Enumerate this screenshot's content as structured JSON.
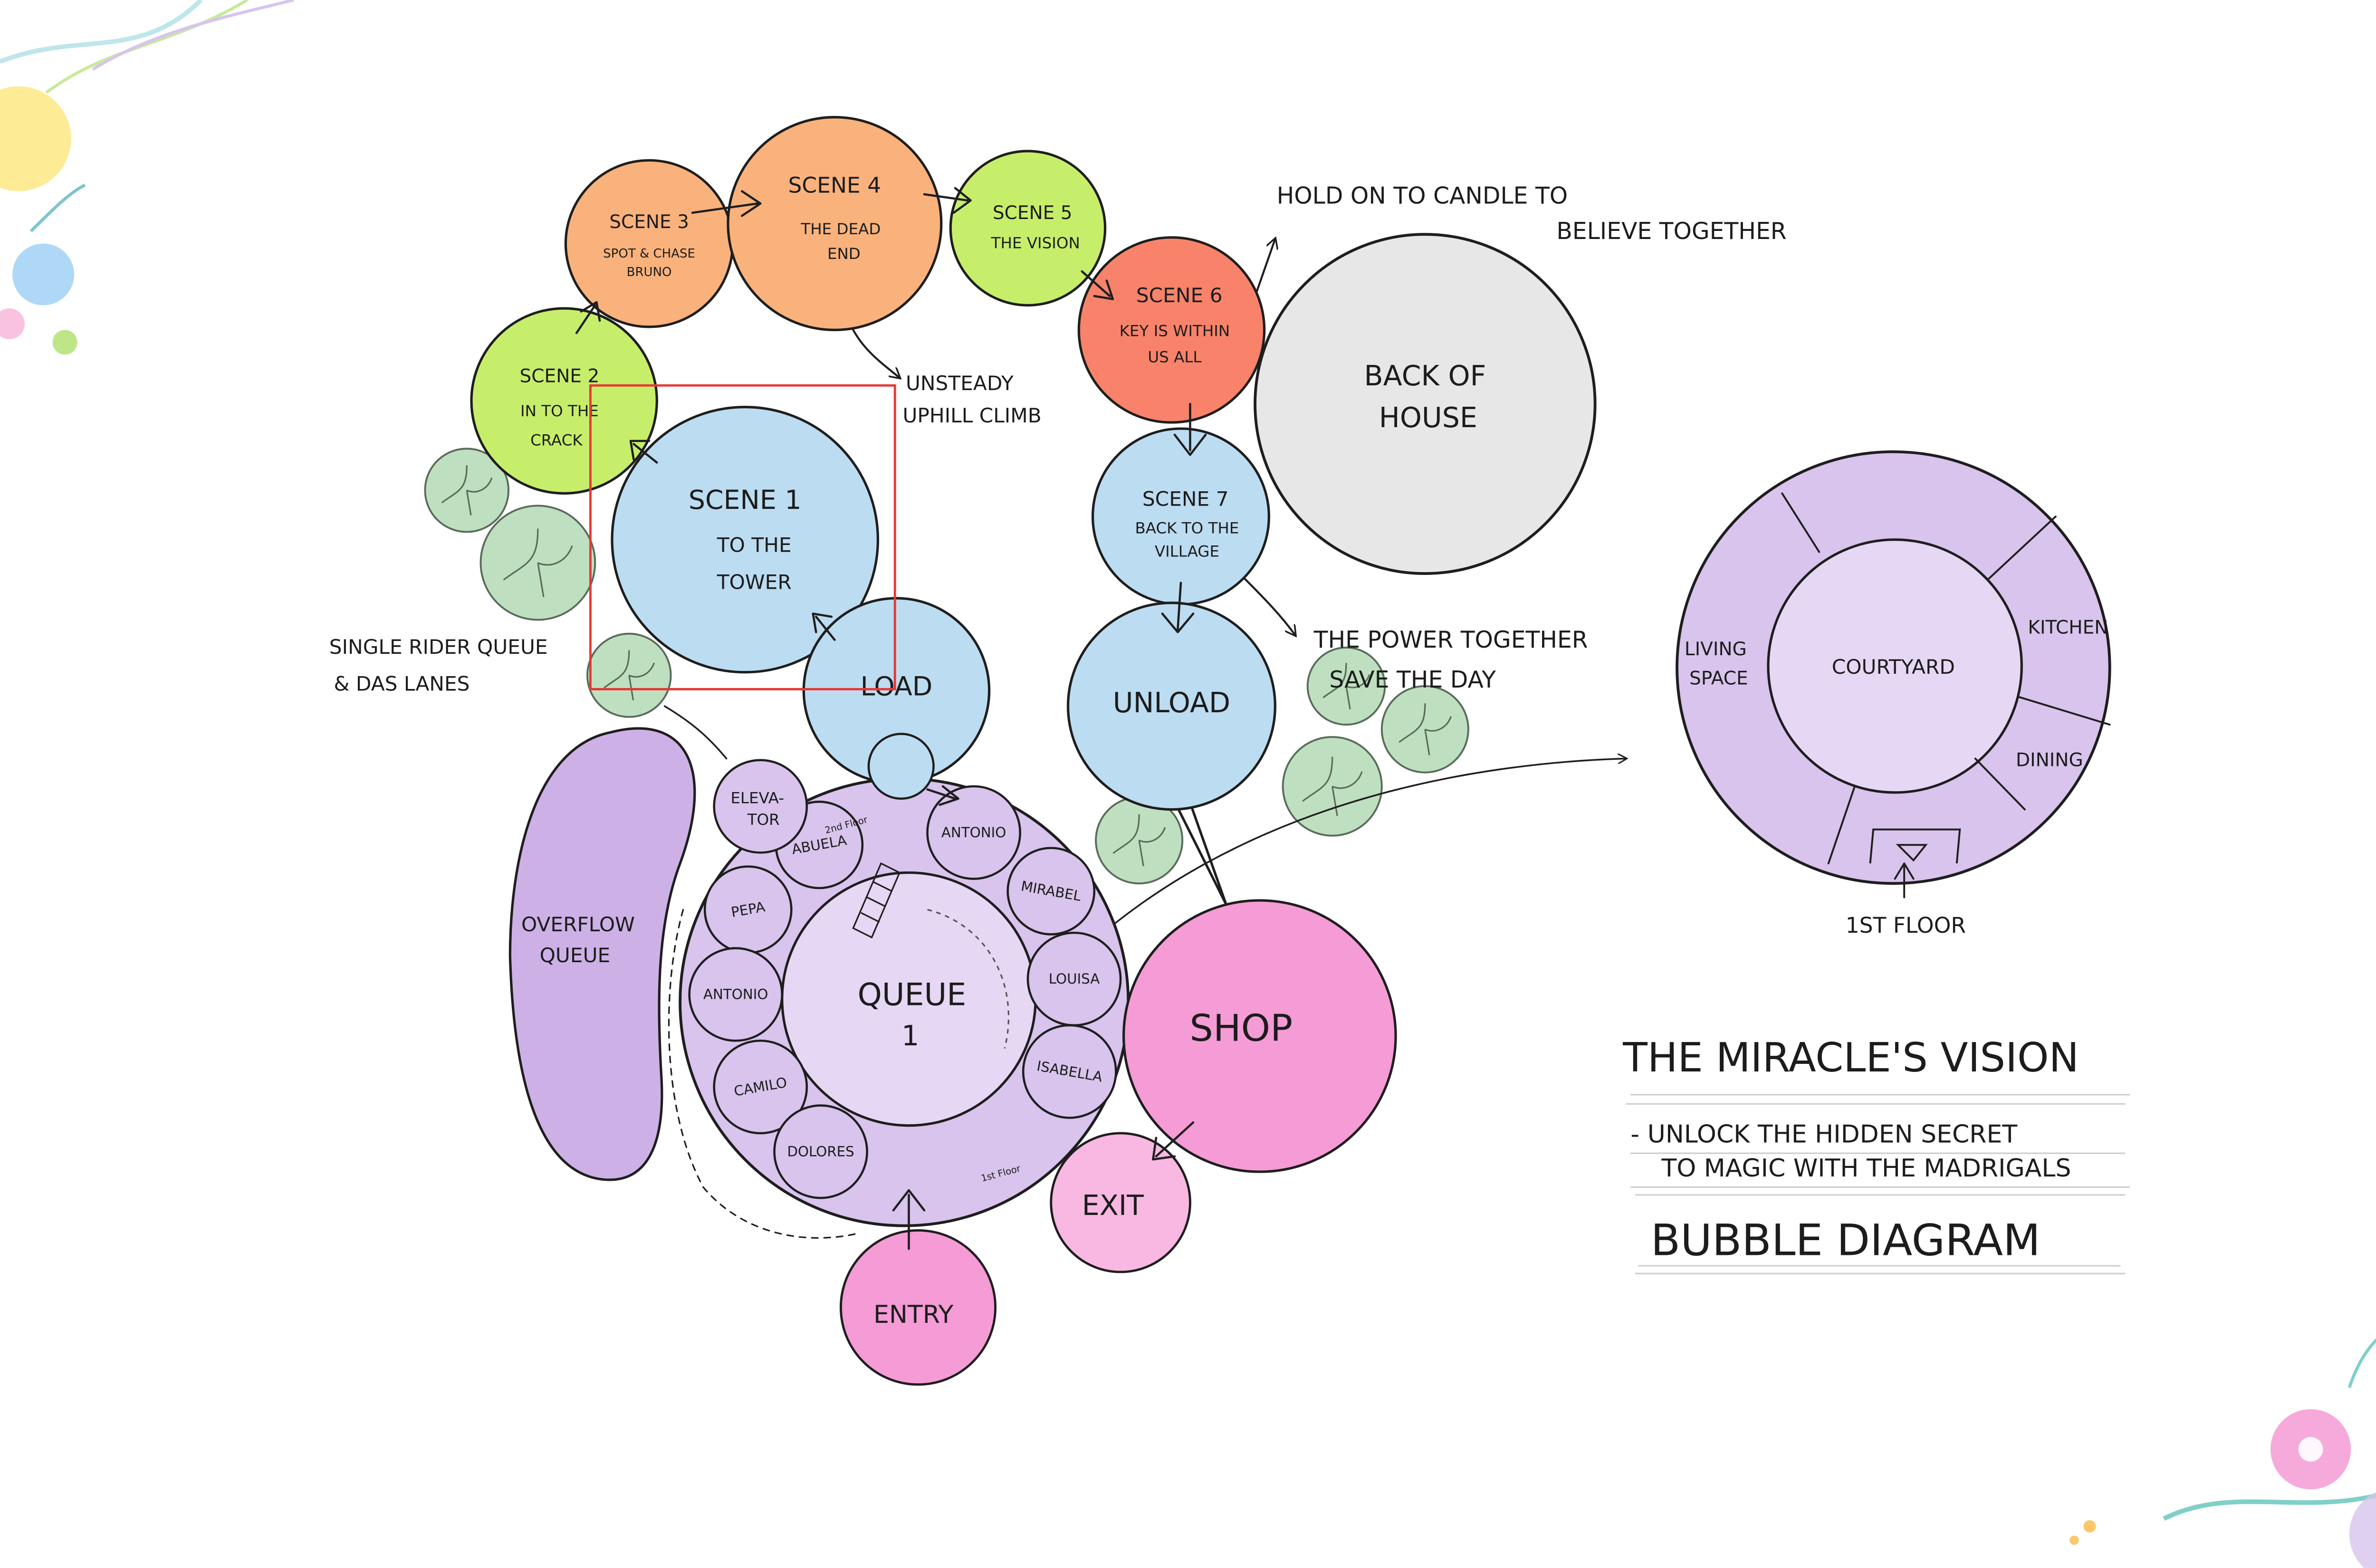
{
  "colors": {
    "orange": "#f9b27c",
    "green": "#c7ee6a",
    "red": "#f8836a",
    "blue": "#bcdcf1",
    "grey": "#e7e7e7",
    "purple": "#d8c4ec",
    "purple_dark": "#cdb1e6",
    "pink": "#f59bd5",
    "pink_light": "#f8b8e2",
    "tree": "#bfe0c0",
    "highlight": "#e53935"
  },
  "icons": {
    "tree": "tree-icon",
    "stairs": "stairs-icon",
    "door": "door-icon"
  },
  "bubbles": {
    "scene1": {
      "line1": "SCENE 1",
      "line2": "TO THE",
      "line3": "TOWER"
    },
    "scene2": {
      "line1": "SCENE 2",
      "line2": "IN TO THE",
      "line3": "CRACK"
    },
    "scene3": {
      "line1": "SCENE 3",
      "line2": "SPOT & CHASE",
      "line3": "BRUNO"
    },
    "scene4": {
      "line1": "SCENE 4",
      "line2": "THE DEAD",
      "line3": "END"
    },
    "scene5": {
      "line1": "SCENE 5",
      "line2": "THE VISION"
    },
    "scene6": {
      "line1": "SCENE 6",
      "line2": "KEY IS WITHIN",
      "line3": "US ALL"
    },
    "scene7": {
      "line1": "SCENE 7",
      "line2": "BACK TO THE",
      "line3": "VILLAGE"
    },
    "back_of_house": {
      "line1": "BACK OF",
      "line2": "HOUSE"
    },
    "load": "LOAD",
    "unload": "UNLOAD",
    "shop": "SHOP",
    "exit": "EXIT",
    "entry": "ENTRY",
    "overflow": {
      "line1": "OVERFLOW",
      "line2": "QUEUE"
    },
    "queue": {
      "line1": "QUEUE",
      "line2": "1"
    },
    "elevator": {
      "line1": "ELEVA-",
      "line2": "TOR"
    },
    "rooms": [
      "ABUELA",
      "ANTONIO",
      "MIRABEL",
      "LOUISA",
      "ISABELLA",
      "PEPA",
      "ANTONIO",
      "CAMILO",
      "DOLORES"
    ],
    "second_floor": "2nd Floor",
    "first_floor_small": "1st Floor"
  },
  "annotations": {
    "candle": {
      "line1": "HOLD ON TO CANDLE TO",
      "line2": "BELIEVE TOGETHER"
    },
    "uphill": {
      "line1": "UNSTEADY",
      "line2": "UPHILL CLIMB"
    },
    "power": {
      "line1": "THE POWER TOGETHER",
      "line2": "SAVE THE DAY"
    },
    "single_rider": {
      "line1": "SINGLE RIDER QUEUE",
      "line2": "& DAS LANES"
    }
  },
  "house_plan": {
    "courtyard": "COURTYARD",
    "living": {
      "line1": "LIVING",
      "line2": "SPACE"
    },
    "kitchen": "KITCHEN",
    "dining": "DINING",
    "first_floor": "1ST FLOOR"
  },
  "title_block": {
    "title": "THE MIRACLE'S VISION",
    "subtitle1": "- UNLOCK THE HIDDEN SECRET",
    "subtitle2": "TO MAGIC WITH THE MADRIGALS",
    "caption": "BUBBLE DIAGRAM"
  }
}
